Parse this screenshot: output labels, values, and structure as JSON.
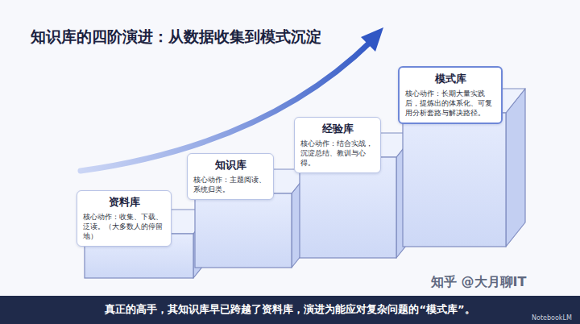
{
  "diagram": {
    "title": "知识库的四阶演进：从数据收集到模式沉淀",
    "caption": "真正的高手，其知识库早已跨越了资料库，演进为能应对复杂问题的“模式库”。",
    "nodes": [
      {
        "text": [
          "资料库",
          "核心动作：收集、下载、泛读。（大多数人的停留地）"
        ]
      },
      {
        "text": [
          "知识库",
          "核心动作：主题阅读、系统归类。"
        ]
      },
      {
        "text": [
          "经验库",
          "核心动作：结合实战，沉淀总结、教训与心得。"
        ]
      },
      {
        "text": [
          "模式库",
          "核心动作：长期大量实践后，提炼出的体系化、可复用分析套路与解决路径。"
        ]
      }
    ],
    "labels": [
      "知乎 @大月聊IT",
      "NotebookLM"
    ]
  }
}
